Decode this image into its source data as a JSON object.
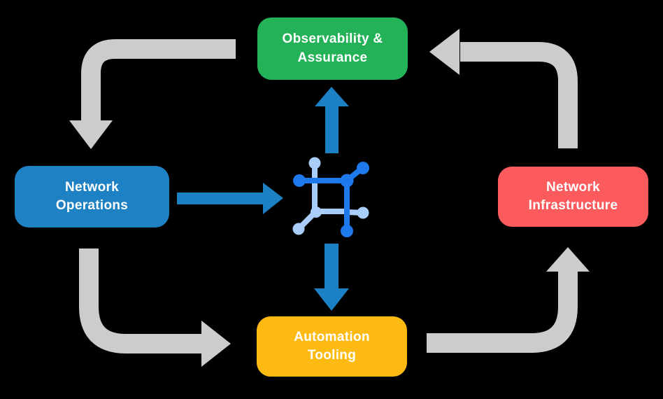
{
  "diagram": {
    "background": "#000000",
    "nodes": [
      {
        "id": "observability-assurance",
        "label": "Observability &\nAssurance",
        "color": "#23B258",
        "text_color": "#FFFFFF"
      },
      {
        "id": "network-operations",
        "label": "Network\nOperations",
        "color": "#1E81C3",
        "text_color": "#FFFFFF"
      },
      {
        "id": "network-infrastructure",
        "label": "Network\nInfrastructure",
        "color": "#FC5B5D",
        "text_color": "#FFFFFF"
      },
      {
        "id": "automation-tooling",
        "label": "Automation\nTooling",
        "color": "#FDBA13",
        "text_color": "#FFFFFF"
      }
    ],
    "center_icon": {
      "name": "network-automation-icon",
      "color_primary": "#1D79EC",
      "color_secondary": "#A8CDF8"
    },
    "arrows": {
      "cycle_color": "#CCCCCC",
      "flow_color": "#1B80C4",
      "cycle": [
        {
          "from": "observability-assurance",
          "to": "network-operations"
        },
        {
          "from": "network-operations",
          "to": "automation-tooling"
        },
        {
          "from": "automation-tooling",
          "to": "network-infrastructure"
        },
        {
          "from": "network-infrastructure",
          "to": "observability-assurance"
        }
      ],
      "flows": [
        {
          "from": "network-operations",
          "to": "center"
        },
        {
          "from": "center",
          "to": "observability-assurance"
        },
        {
          "from": "center",
          "to": "automation-tooling"
        }
      ]
    }
  }
}
